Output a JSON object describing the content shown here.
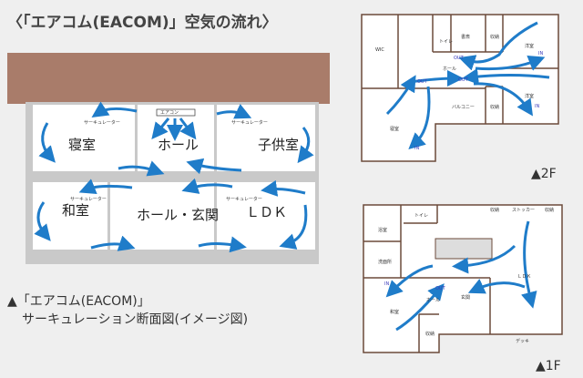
{
  "title": "〈「エアコム(EACOM)」空気の流れ〉",
  "caption": {
    "line1": "▲「エアコム(EACOM)」",
    "line2": "サーキュレーション断面図(イメージ図)"
  },
  "section": {
    "rooms": [
      "寝室",
      "ホール",
      "子供室",
      "和室",
      "ホール・玄関",
      "ＬＤＫ"
    ],
    "aircon": "エアコン",
    "circulator": "サーキュレーター"
  },
  "plan2f": {
    "label": "▲2F",
    "rooms": [
      "WIC",
      "トイレ",
      "書斎",
      "収納",
      "洋室",
      "ホール",
      "洋室",
      "収納",
      "バルコニー",
      "寝室"
    ],
    "out": "OUT",
    "in": "IN"
  },
  "plan1f": {
    "label": "▲1F",
    "rooms": [
      "収納",
      "ストッカー",
      "収納",
      "浴室",
      "トイレ",
      "洗面所",
      "ＬＤＫ",
      "ホール",
      "玄関",
      "和室",
      "収納",
      "デッキ"
    ],
    "out": "OUT",
    "in": "IN"
  },
  "colors": {
    "roof": "#a97c6a",
    "arrow": "#1f7cc9",
    "wall": "#6b4a3a",
    "floor": "#c9c9c9"
  }
}
